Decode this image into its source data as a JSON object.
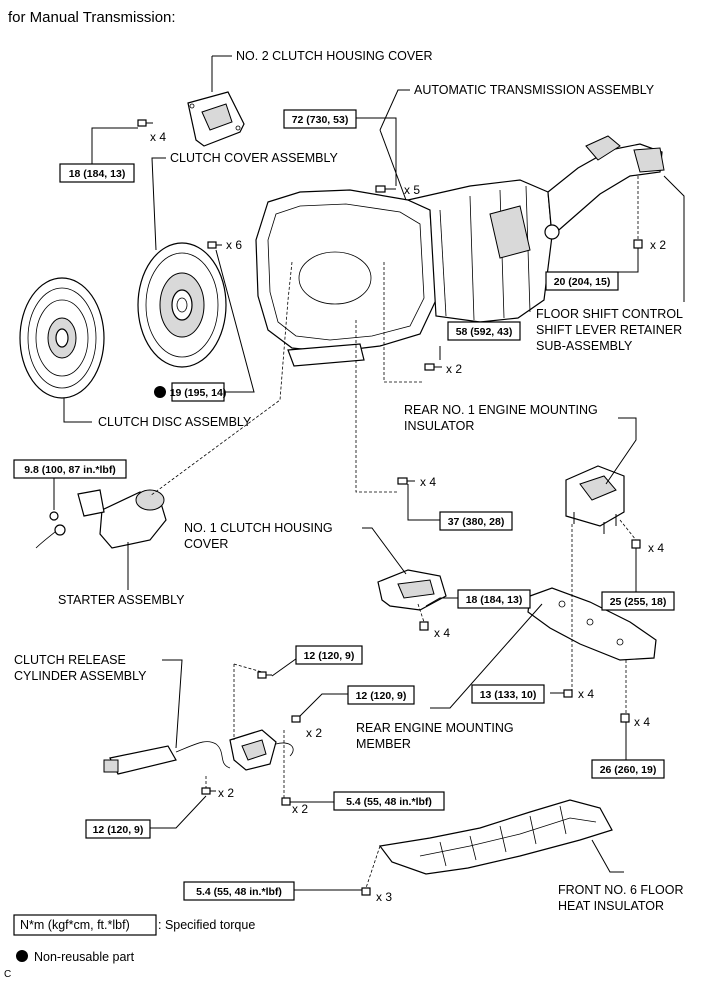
{
  "heading": "for Manual Transmission:",
  "labels": {
    "no2_clutch_housing_cover": "NO. 2 CLUTCH HOUSING COVER",
    "automatic_transmission_assembly": "AUTOMATIC TRANSMISSION ASSEMBLY",
    "clutch_cover_assembly": "CLUTCH COVER ASSEMBLY",
    "floor_shift_1": "FLOOR SHIFT CONTROL",
    "floor_shift_2": "SHIFT LEVER RETAINER",
    "floor_shift_3": "SUB-ASSEMBLY",
    "clutch_disc_assembly": "CLUTCH DISC ASSEMBLY",
    "rear_no1_mount_1": "REAR NO. 1 ENGINE MOUNTING",
    "rear_no1_mount_2": "INSULATOR",
    "no1_clutch_housing_cover_1": "NO. 1 CLUTCH HOUSING",
    "no1_clutch_housing_cover_2": "COVER",
    "starter_assembly": "STARTER ASSEMBLY",
    "clutch_release_cyl_1": "CLUTCH RELEASE",
    "clutch_release_cyl_2": "CYLINDER ASSEMBLY",
    "rear_engine_mount_member_1": "REAR ENGINE MOUNTING",
    "rear_engine_mount_member_2": "MEMBER",
    "front_no6_heat_1": "FRONT NO. 6 FLOOR",
    "front_no6_heat_2": "HEAT INSULATOR"
  },
  "torques": {
    "t18a": "18 (184, 13)",
    "t72": "72 (730, 53)",
    "t20": "20 (204, 15)",
    "t19": "19 (195, 14)",
    "t58": "58 (592, 43)",
    "t98": "9.8 (100, 87 in.*lbf)",
    "t37": "37 (380, 28)",
    "t18b": "18 (184, 13)",
    "t25": "25 (255, 18)",
    "t12a": "12 (120, 9)",
    "t12b": "12 (120, 9)",
    "t13": "13 (133, 10)",
    "t26": "26 (260, 19)",
    "t54a": "5.4 (55, 48 in.*lbf)",
    "t12c": "12 (120, 9)",
    "t54b": "5.4 (55, 48 in.*lbf)"
  },
  "quantities": {
    "q_cover2": "x 4",
    "q_72": "x 5",
    "q_clutch_cover": "x 6",
    "q_20": "x 2",
    "q_58": "x 2",
    "q_37": "x 4",
    "q_25": "x 4",
    "q_18b": "x 4",
    "q_12b": "x 2",
    "q_13": "x 4",
    "q_26": "x 4",
    "q_12c": "x 2",
    "q_54a": "x 2",
    "q_54b": "x 3"
  },
  "legend": {
    "spec_box": "N*m (kgf*cm, ft.*lbf)",
    "spec_text": ": Specified torque",
    "nonreusable": "Non-reusable part"
  },
  "corner_mark": "C"
}
